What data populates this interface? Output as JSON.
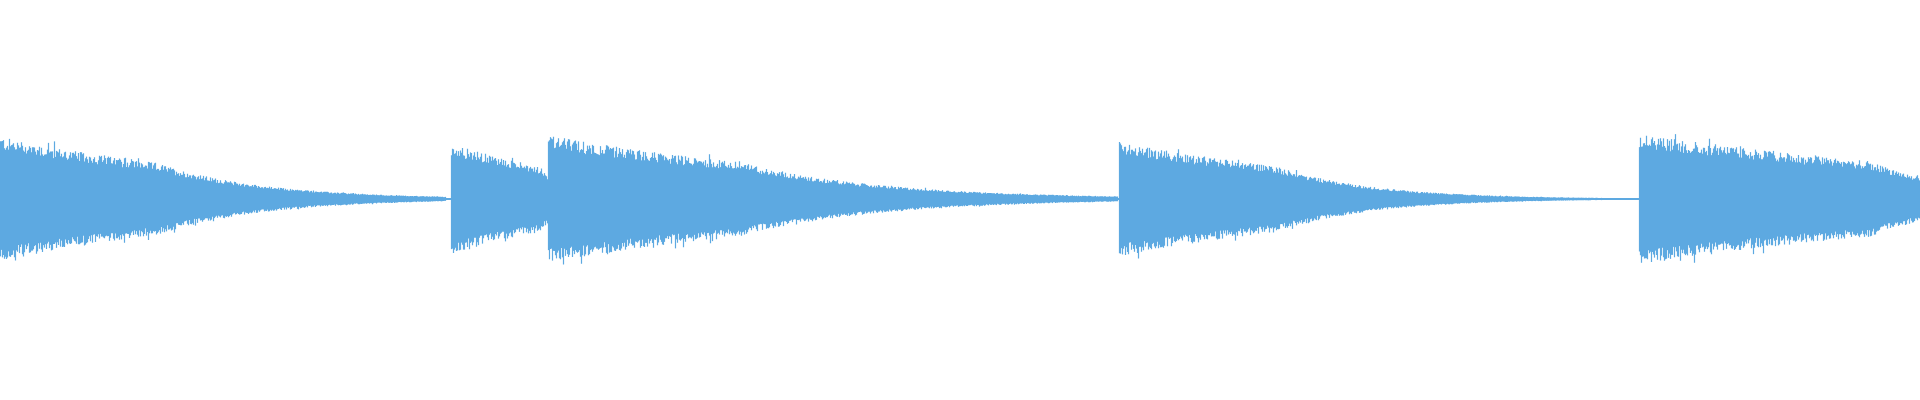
{
  "waveform": {
    "color": "#5DA9E1",
    "background": "#FFFFFF",
    "description_visible_text": "",
    "events": [
      {
        "onset": 0.0,
        "amplitude": 0.78,
        "release": 0.082,
        "tail": 0.22,
        "sustain_end": 0.232
      },
      {
        "onset": 0.2345,
        "amplitude": 0.7,
        "release": 0.047,
        "tail": 0.05,
        "sustain_end": 0.285
      },
      {
        "onset": 0.285,
        "amplitude": 0.8,
        "release": 0.1,
        "tail": 0.3,
        "sustain_end": 0.582
      },
      {
        "onset": 0.5825,
        "amplitude": 0.72,
        "release": 0.082,
        "tail": 0.2,
        "sustain_end": 0.853
      },
      {
        "onset": 0.8535,
        "amplitude": 0.82,
        "release": 0.12,
        "tail": 0.2,
        "sustain_end": 1.0
      }
    ]
  }
}
